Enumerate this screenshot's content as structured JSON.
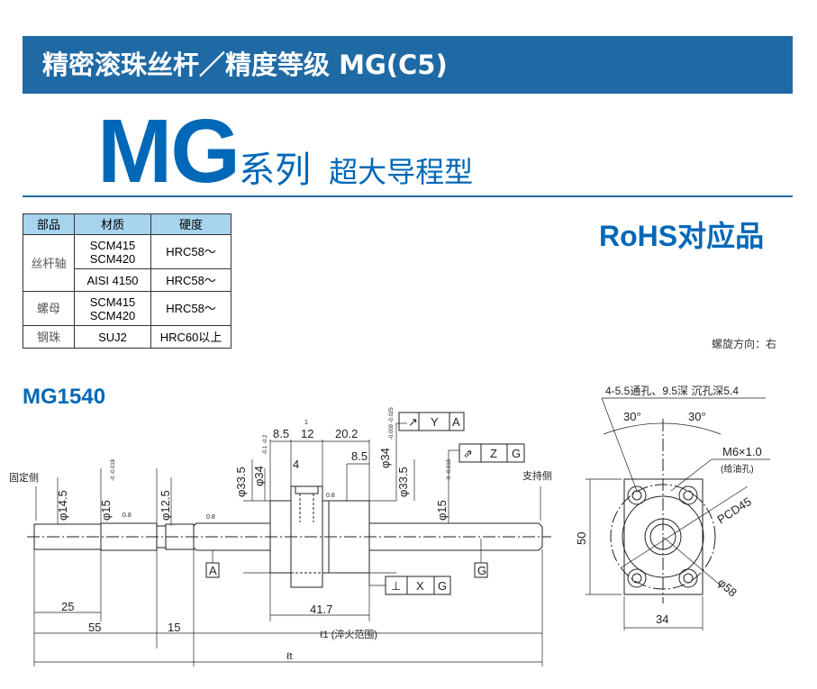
{
  "header": {
    "title": "精密滚珠丝杆／精度等级 MG(C5)"
  },
  "series": {
    "big": "MG",
    "series_label": "系列",
    "subtitle": "超大导程型"
  },
  "table": {
    "headers": [
      "部品",
      "材质",
      "硬度"
    ],
    "rows": [
      {
        "part": "丝杆轴",
        "material": "SCM415 SCM420",
        "hardness": "HRC58～"
      },
      {
        "part": "",
        "material": "AISI 4150",
        "hardness": "HRC58～"
      },
      {
        "part": "螺母",
        "material": "SCM415 SCM420",
        "hardness": "HRC58～"
      },
      {
        "part": "钢珠",
        "material": "SUJ2",
        "hardness": "HRC60以上"
      }
    ]
  },
  "rohs": "RoHS对应品",
  "direction": "螺旋方向：右",
  "model": "MG1540",
  "drawing": {
    "fixed_side": "固定侧",
    "support_side": "支持侧",
    "d145": "φ14.5",
    "d15": "φ15",
    "tol15": "-0 -0.018",
    "d125": "φ12.5",
    "d335": "φ33.5",
    "d34": "φ34",
    "tol34a": "-0.1 -0.2",
    "tol34b": "-0.009 -0.025",
    "d85": "8.5",
    "d12": "12",
    "d1": "1",
    "d202": "20.2",
    "d85b": "8.5",
    "d4": "4",
    "rough": "0.8",
    "G": "G",
    "fcf1": [
      "↗",
      "Y",
      "A"
    ],
    "fcf2": [
      "⇗",
      "Z",
      "G"
    ],
    "fcf3": [
      "⊥",
      "X",
      "G"
    ],
    "datumA": "A",
    "datumG": "G",
    "d25": "25",
    "d55": "55",
    "d15b": "15",
    "d417": "41.7",
    "l1": "ℓ1 (淬火范围)",
    "lt": "ℓt"
  },
  "side": {
    "holes": "4-5.5通孔、9.5深 沉孔深5.4",
    "a1": "30°",
    "a2": "30°",
    "m6": "M6×1.0",
    "oil": "(给油孔)",
    "pcd": "PCD45",
    "d58": "φ58",
    "h50": "50",
    "w34": "34"
  }
}
